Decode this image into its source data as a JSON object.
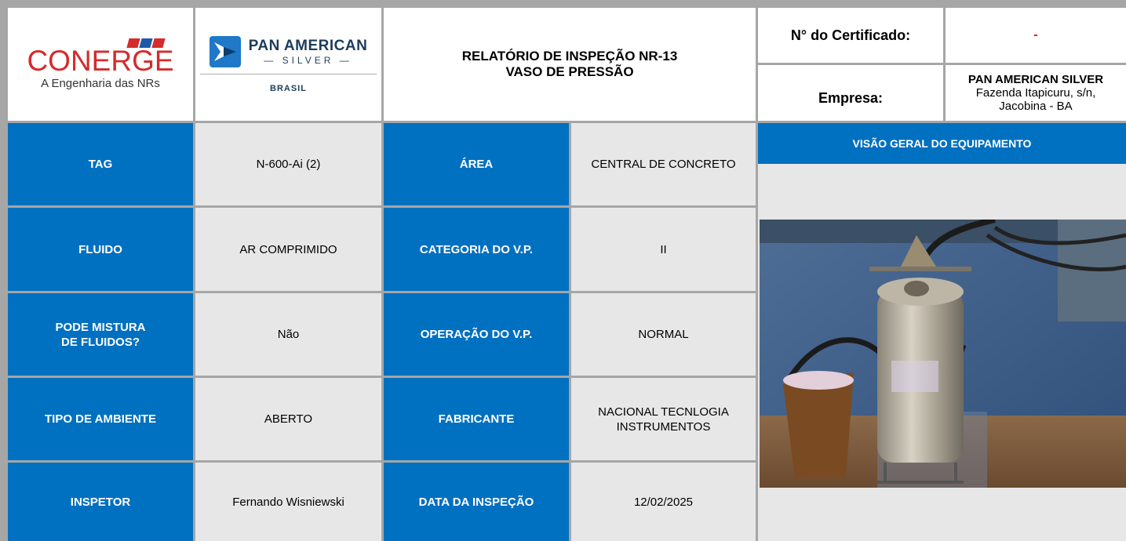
{
  "header": {
    "logo_conerge": "CONERGE",
    "logo_conerge_tagline": "A Engenharia das NRs",
    "logo_pas_name": "PAN AMERICAN",
    "logo_pas_sub": "— SILVER —",
    "logo_pas_country": "BRASIL",
    "title_line1": "RELATÓRIO DE INSPEÇÃO NR-13",
    "title_line2": "VASO DE PRESSÃO",
    "certificate_label": "N° do Certificado:",
    "certificate_value": "-",
    "company_label": "Empresa:",
    "company_name": "PAN AMERICAN SILVER",
    "company_address_1": "Fazenda Itapicuru, s/n,",
    "company_address_2": "Jacobina - BA"
  },
  "fields": [
    {
      "label": "TAG",
      "value": "N-600-Ai (2)",
      "label2": "ÁREA",
      "value2": "CENTRAL DE CONCRETO"
    },
    {
      "label": "FLUIDO",
      "value": "AR COMPRIMIDO",
      "label2": "CATEGORIA DO V.P.",
      "value2": "II"
    },
    {
      "label": "PODE MISTURA\nDE FLUIDOS?",
      "value": "Não",
      "label2": "OPERAÇÃO DO V.P.",
      "value2": "NORMAL"
    },
    {
      "label": "TIPO DE AMBIENTE",
      "value": "ABERTO",
      "label2": "FABRICANTE",
      "value2": "NACIONAL TECNLOGIA\nINSTRUMENTOS"
    },
    {
      "label": "INSPETOR",
      "value": "Fernando Wisniewski",
      "label2": "DATA DA INSPEÇÃO",
      "value2": "12/02/2025"
    }
  ],
  "overview": {
    "title": "VISÃO GERAL DO EQUIPAMENTO"
  },
  "colors": {
    "label_bg": "#0070c0",
    "value_bg": "#e7e7e7",
    "border": "#a6a6a6",
    "accent_red": "#d52b2b"
  }
}
